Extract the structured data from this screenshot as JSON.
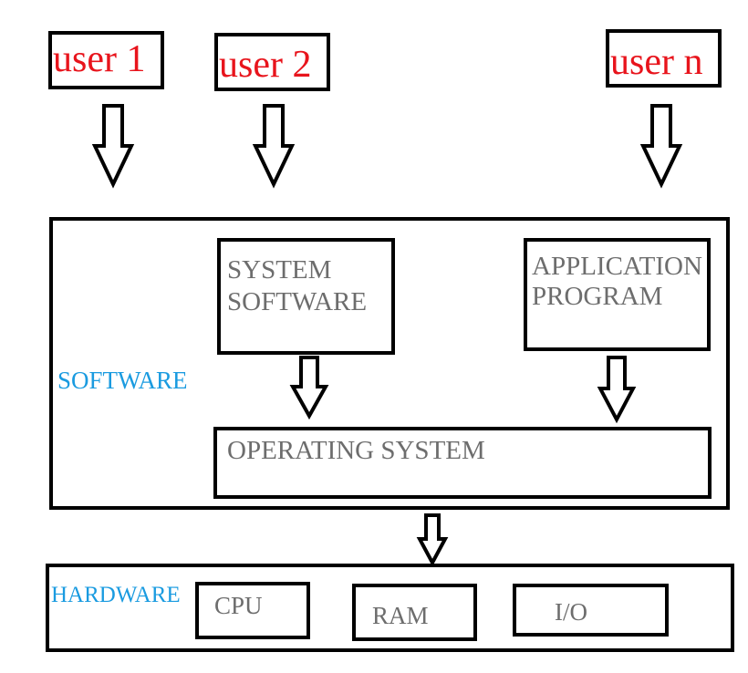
{
  "users": {
    "user1": "user 1",
    "user2": "user 2",
    "userN": "user n"
  },
  "software": {
    "label": "SOFTWARE",
    "system_software": {
      "line1": "SYSTEM",
      "line2": "SOFTWARE"
    },
    "application_program": {
      "line1": "APPLICATION",
      "line2": "PROGRAM"
    },
    "operating_system": "OPERATING SYSTEM"
  },
  "hardware": {
    "label": "HARDWARE",
    "components": [
      "CPU",
      "RAM",
      "I/O"
    ]
  },
  "colors": {
    "user_text": "#e8141c",
    "layer_label": "#1a9be0",
    "box_text": "#6d6d6d",
    "stroke": "#000000"
  }
}
